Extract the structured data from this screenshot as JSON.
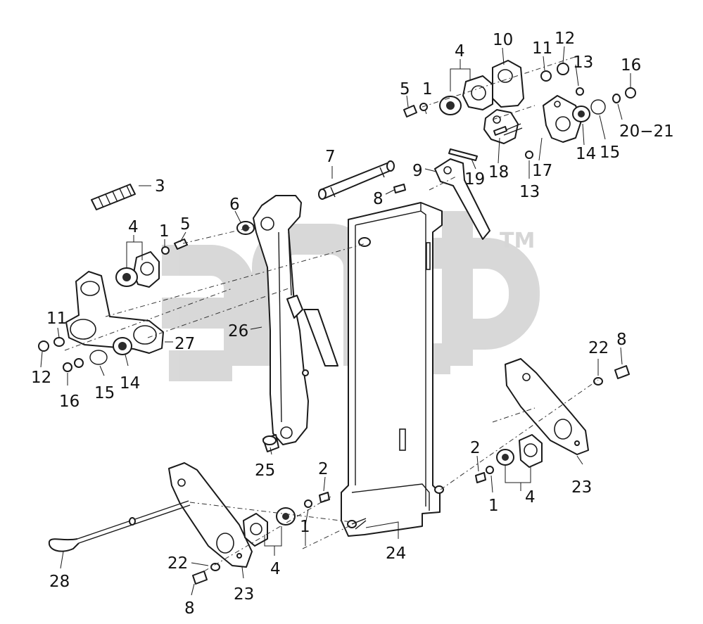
{
  "watermark": {
    "text": "TM"
  },
  "callouts": {
    "c1": "1",
    "c2": "2",
    "c3": "3",
    "c4": "4",
    "c5": "5",
    "c6": "6",
    "c7": "7",
    "c8": "8",
    "c9": "9",
    "c10": "10",
    "c11": "11",
    "c12": "12",
    "c13": "13",
    "c14": "14",
    "c15": "15",
    "c16": "16",
    "c17": "17",
    "c18": "18",
    "c19": "19",
    "c20_21": "20−21",
    "c22": "22",
    "c23": "23",
    "c24": "24",
    "c25": "25",
    "c26": "26",
    "c27": "27",
    "c28": "28"
  }
}
